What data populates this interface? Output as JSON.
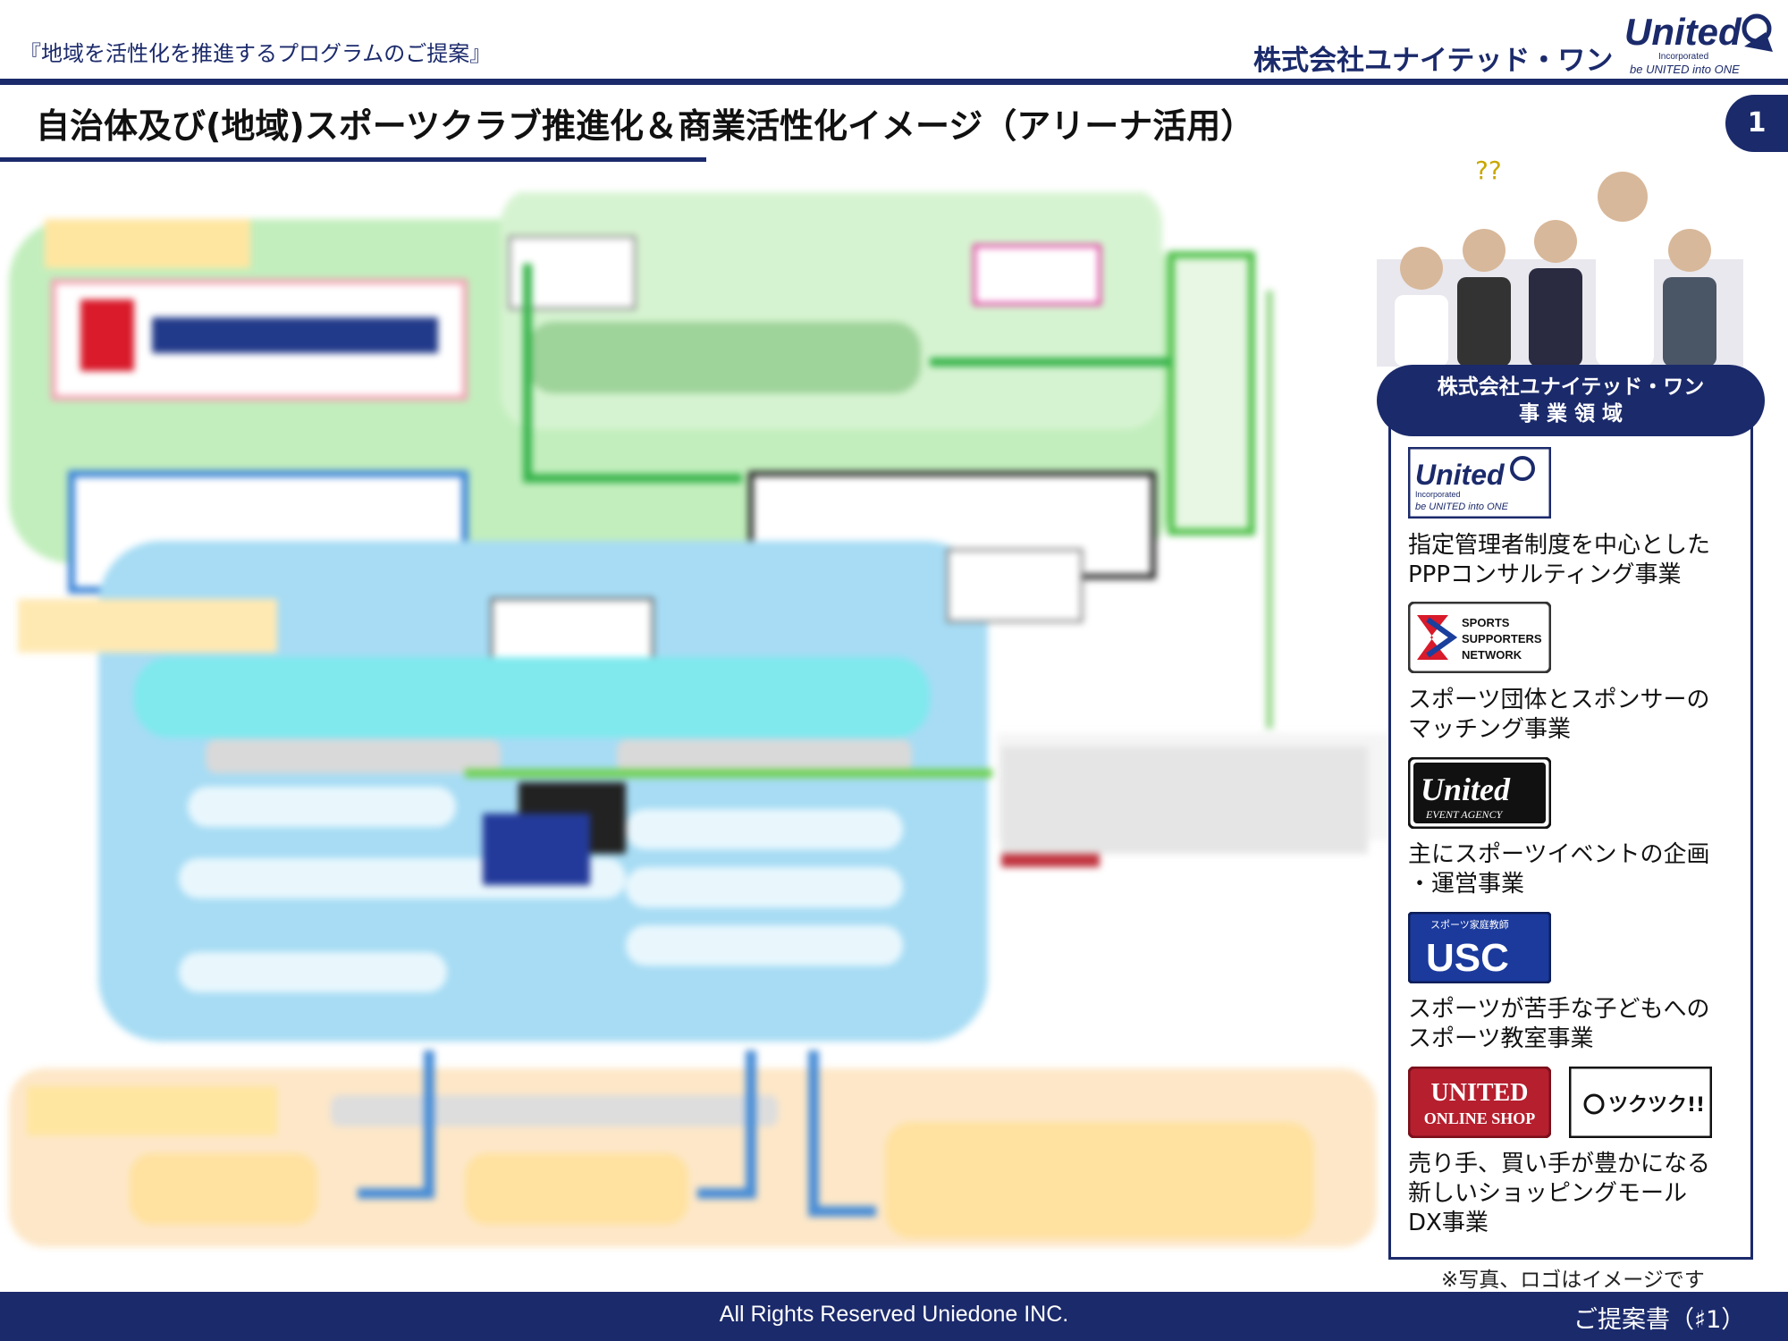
{
  "header": {
    "program_title": "『地域を活性化を推進するプログラムのご提案』",
    "company": "株式会社ユナイテッド・ワン",
    "logo_word": "United",
    "logo_sub1": "Incorporated",
    "logo_sub2": "be UNITED into ONE"
  },
  "slide": {
    "title": "自治体及び(地域)スポーツクラブ推進化＆商業活性化イメージ（アリーナ活用）",
    "page_number": "1"
  },
  "panel": {
    "heading_line1": "株式会社ユナイテッド・ワン",
    "heading_line2": "事 業 領 域",
    "services": [
      {
        "logo_word": "United",
        "logo_sub1": "Incorporated",
        "logo_sub2": "be UNITED into ONE",
        "desc_line1": "指定管理者制度を中心とした",
        "desc_line2": "PPPコンサルティング事業"
      },
      {
        "logo_line1": "SPORTS",
        "logo_line2": "SUPPORTERS",
        "logo_line3": "NETWORK",
        "desc_line1": "スポーツ団体とスポンサーの",
        "desc_line2": "マッチング事業"
      },
      {
        "logo_word": "United",
        "logo_sub1": "EVENT AGENCY",
        "desc_line1": "主にスポーツイベントの企画",
        "desc_line2": "・運営事業"
      },
      {
        "logo_top": "スポーツ家庭教師",
        "logo_word": "USC",
        "desc_line1": "スポーツが苦手な子どもへの",
        "desc_line2": "スポーツ教室事業"
      },
      {
        "logo_line1": "UNITED",
        "logo_line2": "ONLINE SHOP",
        "logo_alt": "ツクツク!!",
        "desc_line1": "売り手、買い手が豊かになる",
        "desc_line2": "新しいショッピングモール",
        "desc_line3": "DX事業"
      }
    ],
    "note": "※写真、ロゴはイメージです"
  },
  "footer": {
    "copyright": "All Rights Reserved Uniedone INC.",
    "doc_label": "ご提案書（♯1）"
  },
  "colors": {
    "navy": "#1b2a6b",
    "green_area": "#b9e7b4",
    "blue_area": "#a9d9f2",
    "orange_area": "#fde2bd",
    "label_orange": "#ff7a1a"
  }
}
